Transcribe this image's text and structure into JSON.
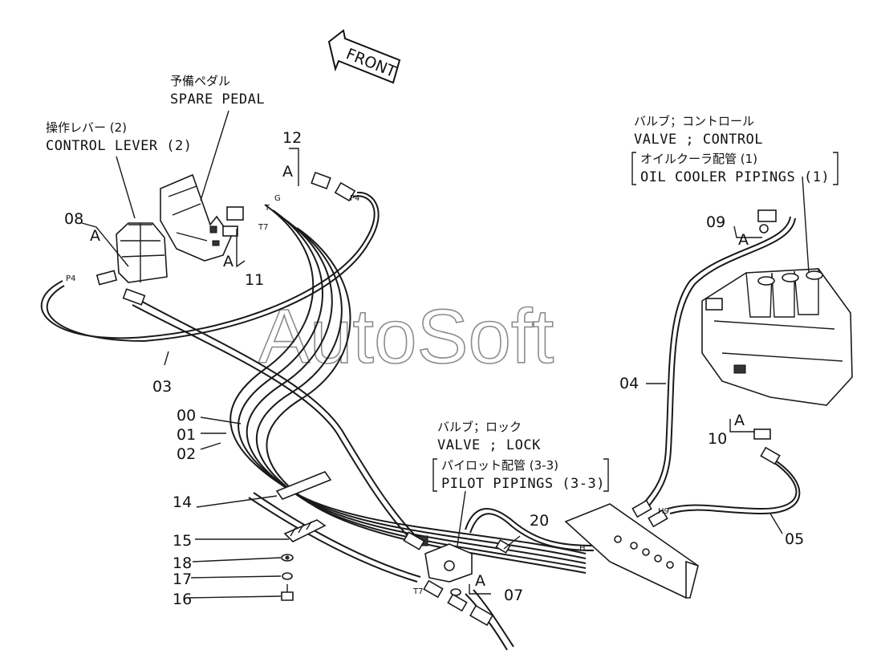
{
  "direction": {
    "label": "FRONT"
  },
  "labels": {
    "spare_pedal_jp": "予備ペダル",
    "spare_pedal_en": "SPARE PEDAL",
    "control_lever_jp": "操作レバー (2)",
    "control_lever_en": "CONTROL LEVER (2)",
    "valve_control_jp": "バルブ；コントロール",
    "valve_control_en": "VALVE ; CONTROL",
    "oil_cooler_jp": "オイルクーラ配管 (1)",
    "oil_cooler_en": "OIL COOLER PIPINGS (1)",
    "valve_lock_jp": "バルブ；ロック",
    "valve_lock_en": "VALVE ; LOCK",
    "pilot_pipings_jp": "パイロット配管 (3-3)",
    "pilot_pipings_en": "PILOT PIPINGS (3-3)"
  },
  "part_numbers": {
    "p12": "12",
    "p11": "11",
    "p08": "08",
    "p09": "09",
    "p03": "03",
    "p04": "04",
    "p00": "00",
    "p01": "01",
    "p02": "02",
    "p14": "14",
    "p15": "15",
    "p18": "18",
    "p17": "17",
    "p16": "16",
    "p10": "10",
    "p05": "05",
    "p20": "20",
    "p07": "07"
  },
  "detail_marks": {
    "a": "A"
  },
  "port_marks": {
    "p4": "P4",
    "t": "T",
    "t7": "T7",
    "h": "H",
    "h9": "H9",
    "g": "G"
  },
  "watermark": "AutoSoft"
}
